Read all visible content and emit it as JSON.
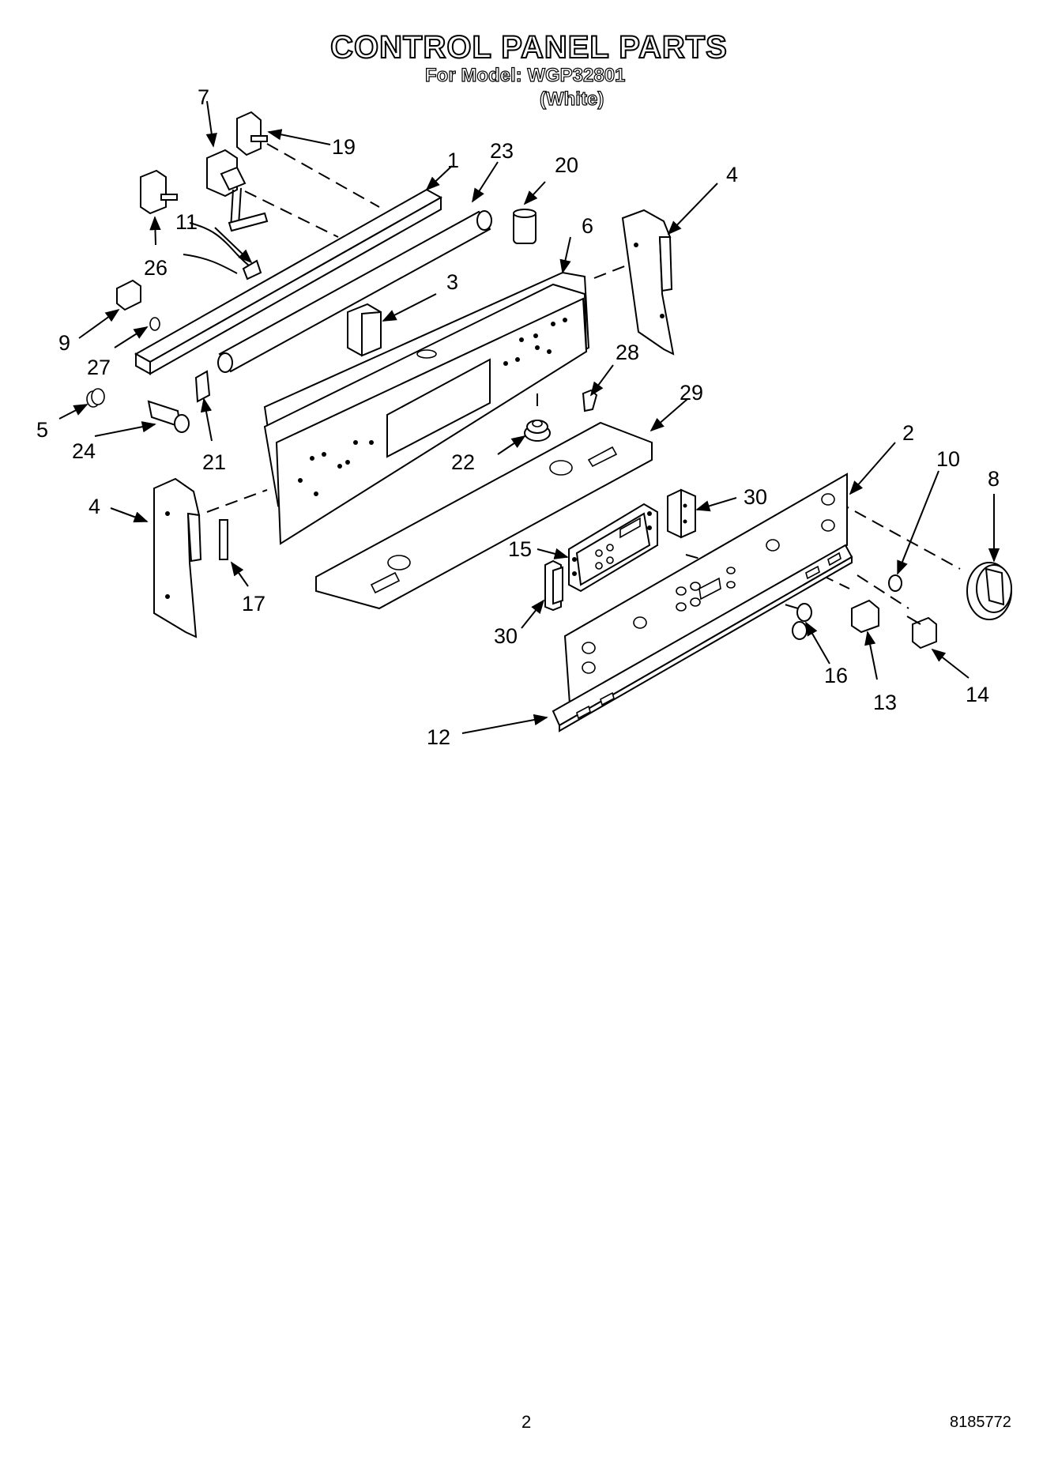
{
  "header": {
    "title": "CONTROL PANEL PARTS",
    "model_line": "For Model: WGP32801",
    "variant": "(White)"
  },
  "callouts": [
    "1",
    "2",
    "3",
    "4",
    "4",
    "5",
    "6",
    "7",
    "8",
    "9",
    "10",
    "11",
    "12",
    "13",
    "14",
    "15",
    "16",
    "17",
    "19",
    "20",
    "21",
    "22",
    "23",
    "24",
    "26",
    "27",
    "28",
    "29",
    "30",
    "30"
  ],
  "footer": {
    "page_number": "2",
    "document_number": "8185772"
  }
}
